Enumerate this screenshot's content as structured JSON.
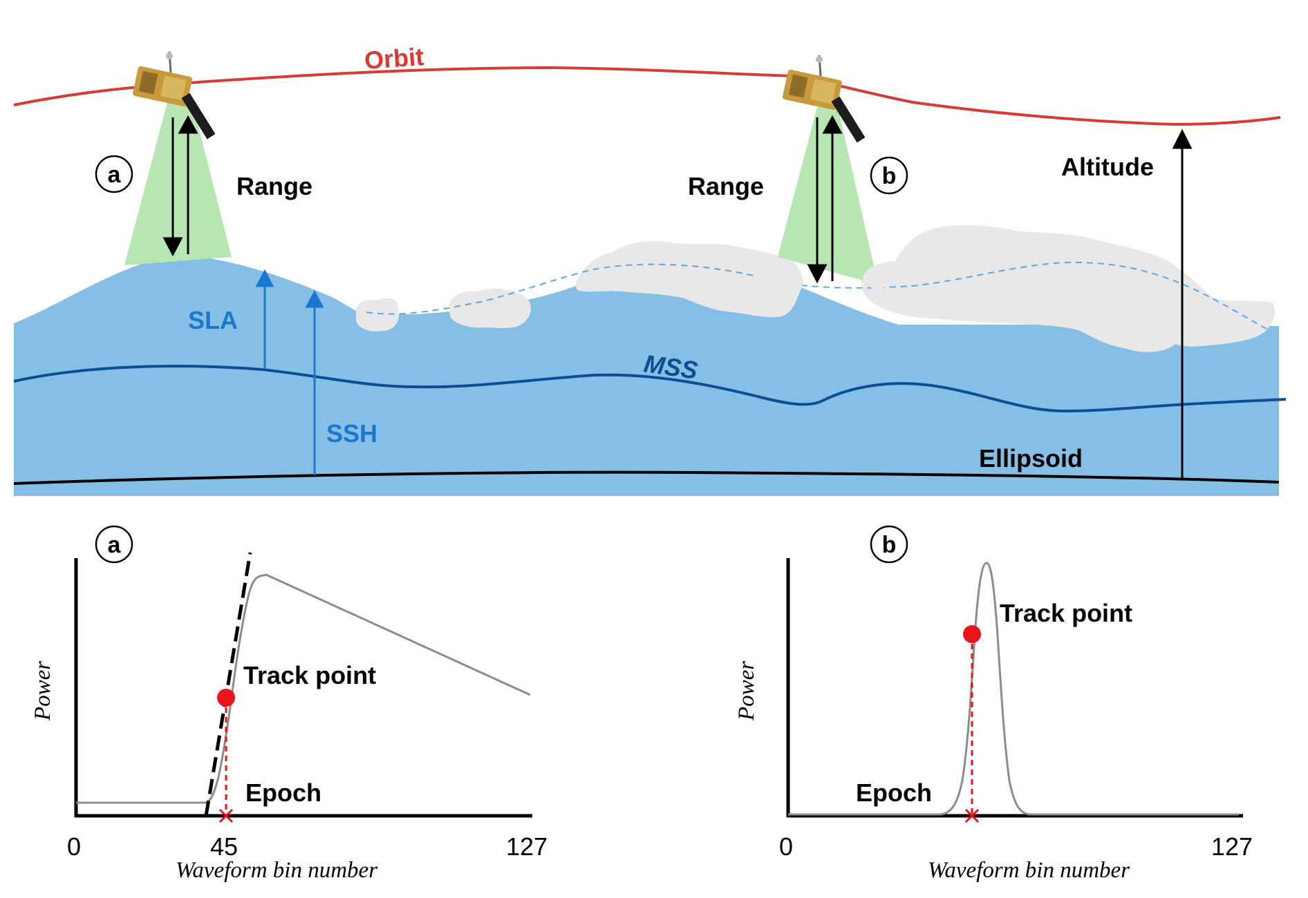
{
  "colors": {
    "ocean": "#85bfe6",
    "orbit": "#d93a35",
    "footprint": "#b7e6b2",
    "sea_ice": "#e8e8e8",
    "sla_ssh": "#1a78cf",
    "mss": "#0d4d94",
    "track_point": "#e8151b",
    "waveform": "#8c8c8c"
  },
  "icons": {
    "satellite": "satellite-icon",
    "circle_label": "circled-letter-icon"
  },
  "top_diagram": {
    "orbit_label": "Orbit",
    "range_label_a": "Range",
    "range_label_b": "Range",
    "altitude_label": "Altitude",
    "sla_label": "SLA",
    "ssh_label": "SSH",
    "mss_label": "MSS",
    "ellipsoid_label": "Ellipsoid",
    "marker_a": "a",
    "marker_b": "b"
  },
  "panel_a": {
    "marker": "a",
    "y_axis_label": "Power",
    "x_axis_label": "Waveform bin number",
    "tick_start": "0",
    "tick_mid": "45",
    "tick_end": "127",
    "track_point_label": "Track point",
    "epoch_label": "Epoch"
  },
  "panel_b": {
    "marker": "b",
    "y_axis_label": "Power",
    "x_axis_label": "Waveform bin number",
    "tick_start": "0",
    "tick_end": "127",
    "track_point_label": "Track point",
    "epoch_label": "Epoch"
  }
}
